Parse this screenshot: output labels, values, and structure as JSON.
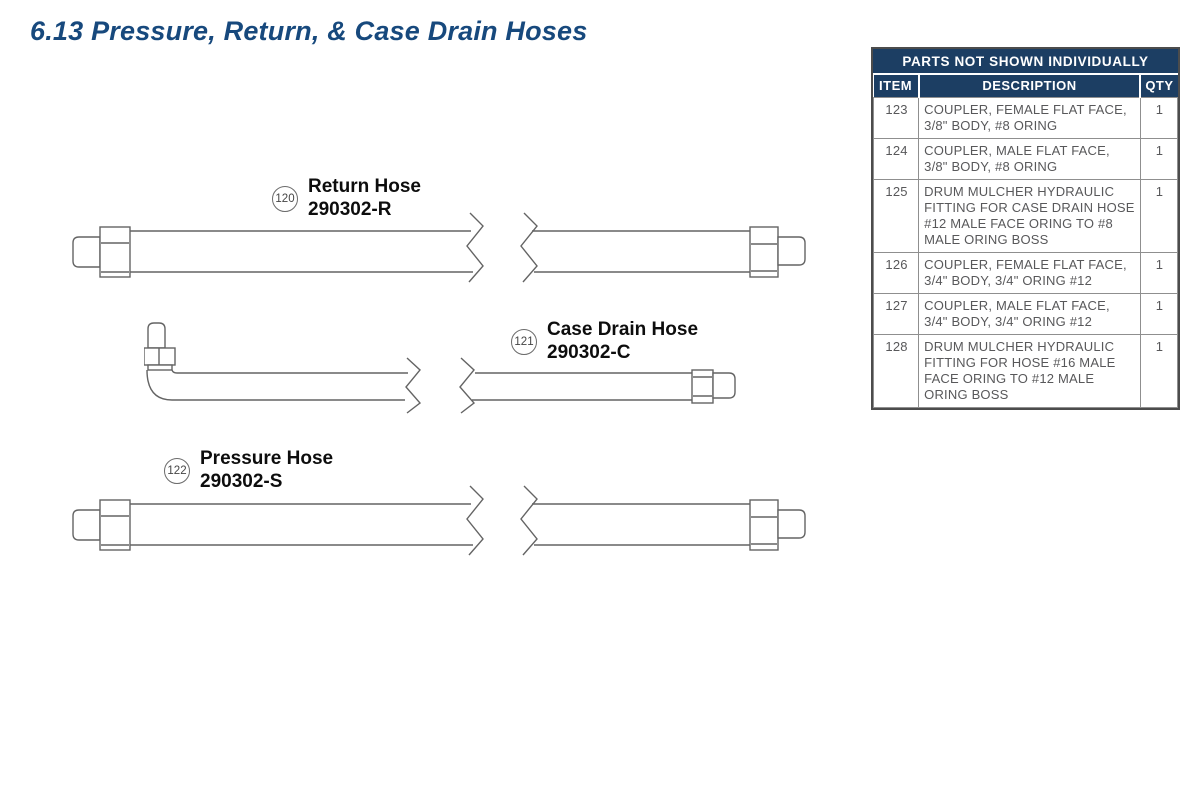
{
  "page": {
    "section_number": "6.13",
    "title": "Pressure, Return, & Case Drain Hoses"
  },
  "colors": {
    "title_blue": "#17497D",
    "table_header_navy": "#1C3E63",
    "table_body_text": "#58585A",
    "line_art": "#646464"
  },
  "diagram": {
    "hoses": [
      {
        "callout": "120",
        "name": "Return Hose",
        "part_number": "290302-R",
        "shape": "straight-hose-with-break"
      },
      {
        "callout": "121",
        "name": "Case Drain Hose",
        "part_number": "290302-C",
        "shape": "elbow-hose-with-break"
      },
      {
        "callout": "122",
        "name": "Pressure Hose",
        "part_number": "290302-S",
        "shape": "straight-hose-with-break"
      }
    ]
  },
  "table": {
    "title": "PARTS NOT SHOWN INDIVIDUALLY",
    "columns": [
      "ITEM",
      "DESCRIPTION",
      "QTY"
    ],
    "rows": [
      {
        "item": "123",
        "description": "COUPLER, FEMALE FLAT FACE, 3/8\" BODY, #8 ORING",
        "qty": "1"
      },
      {
        "item": "124",
        "description": "COUPLER, MALE FLAT FACE, 3/8\" BODY, #8 ORING",
        "qty": "1"
      },
      {
        "item": "125",
        "description": "DRUM MULCHER HYDRAULIC FITTING FOR CASE DRAIN HOSE #12 MALE FACE ORING TO #8 MALE ORING BOSS",
        "qty": "1"
      },
      {
        "item": "126",
        "description": "COUPLER, FEMALE FLAT FACE, 3/4\" BODY, 3/4\" ORING #12",
        "qty": "1"
      },
      {
        "item": "127",
        "description": "COUPLER, MALE FLAT FACE, 3/4\" BODY, 3/4\" ORING #12",
        "qty": "1"
      },
      {
        "item": "128",
        "description": "DRUM MULCHER HYDRAULIC FITTING FOR HOSE #16 MALE FACE ORING TO #12 MALE ORING BOSS",
        "qty": "1"
      }
    ]
  }
}
